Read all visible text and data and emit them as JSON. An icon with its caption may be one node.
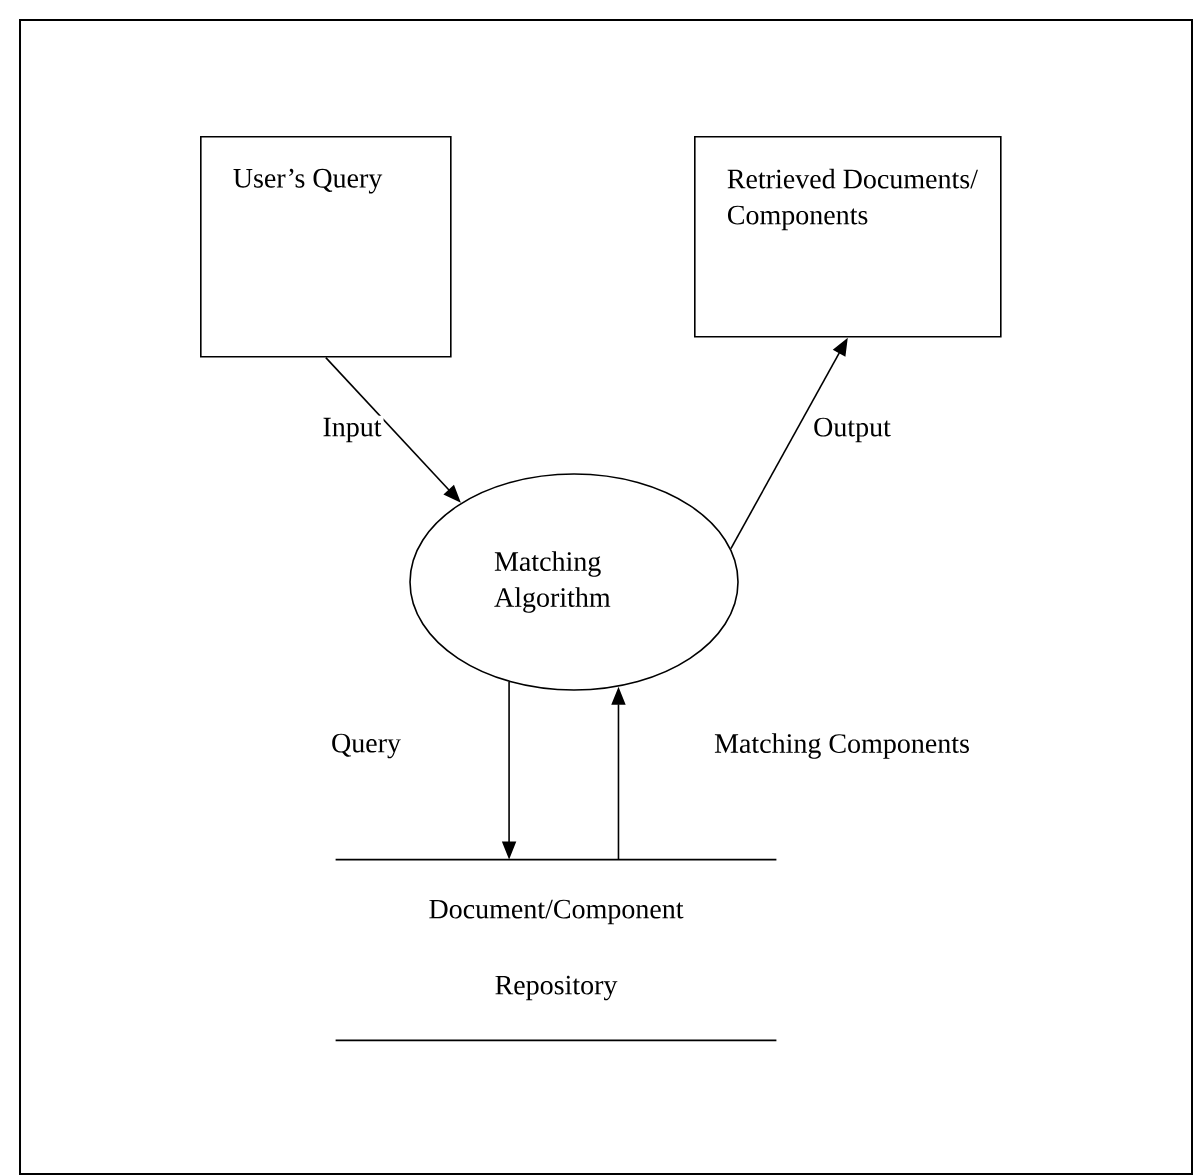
{
  "diagram": {
    "nodes": [
      {
        "text": [
          "User’s Query"
        ]
      },
      {
        "text": [
          "Retrieved Documents/ Components"
        ]
      },
      {
        "text": [
          "Matching Algorithm"
        ]
      },
      {
        "text": [
          "Document/Component Repository"
        ]
      }
    ],
    "edges": [
      {
        "from": 0,
        "to": 2,
        "arrow": "to",
        "label": "Input"
      },
      {
        "from": 2,
        "to": 1,
        "arrow": "to",
        "label": "Output"
      },
      {
        "from": 2,
        "to": 3,
        "arrow": "to",
        "label": "Query"
      },
      {
        "from": 3,
        "to": 2,
        "arrow": "to",
        "label": "Matching Components"
      }
    ]
  }
}
